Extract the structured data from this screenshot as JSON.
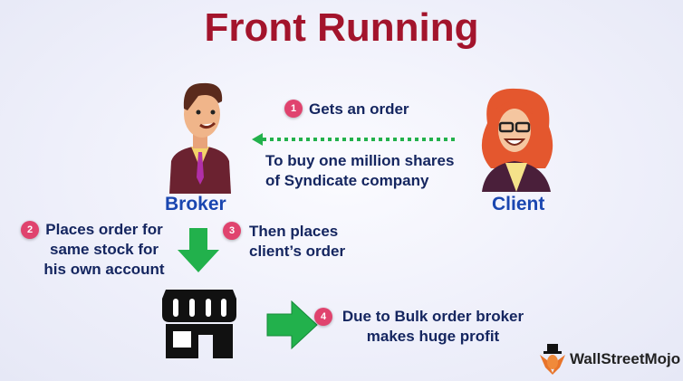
{
  "title": "Front Running",
  "broker": {
    "label": "Broker"
  },
  "client": {
    "label": "Client"
  },
  "steps": [
    {
      "number": "1",
      "text": [
        "Gets an order"
      ]
    },
    {
      "number": "2",
      "text": [
        "Places order for",
        "same stock for",
        "his own account"
      ]
    },
    {
      "number": "3",
      "text": [
        "Then places",
        "client’s order"
      ]
    },
    {
      "number": "4",
      "text": [
        "Due to Bulk order broker",
        "makes huge profit"
      ]
    }
  ],
  "order_detail": [
    "To buy one million shares",
    "of Syndicate company"
  ],
  "logo": {
    "text": "WallStreetMojo"
  },
  "colors": {
    "title": "#a3142c",
    "arrow": "#22b14c",
    "badge": "#e0436e",
    "text": "#152660",
    "label": "#1a46b0"
  }
}
